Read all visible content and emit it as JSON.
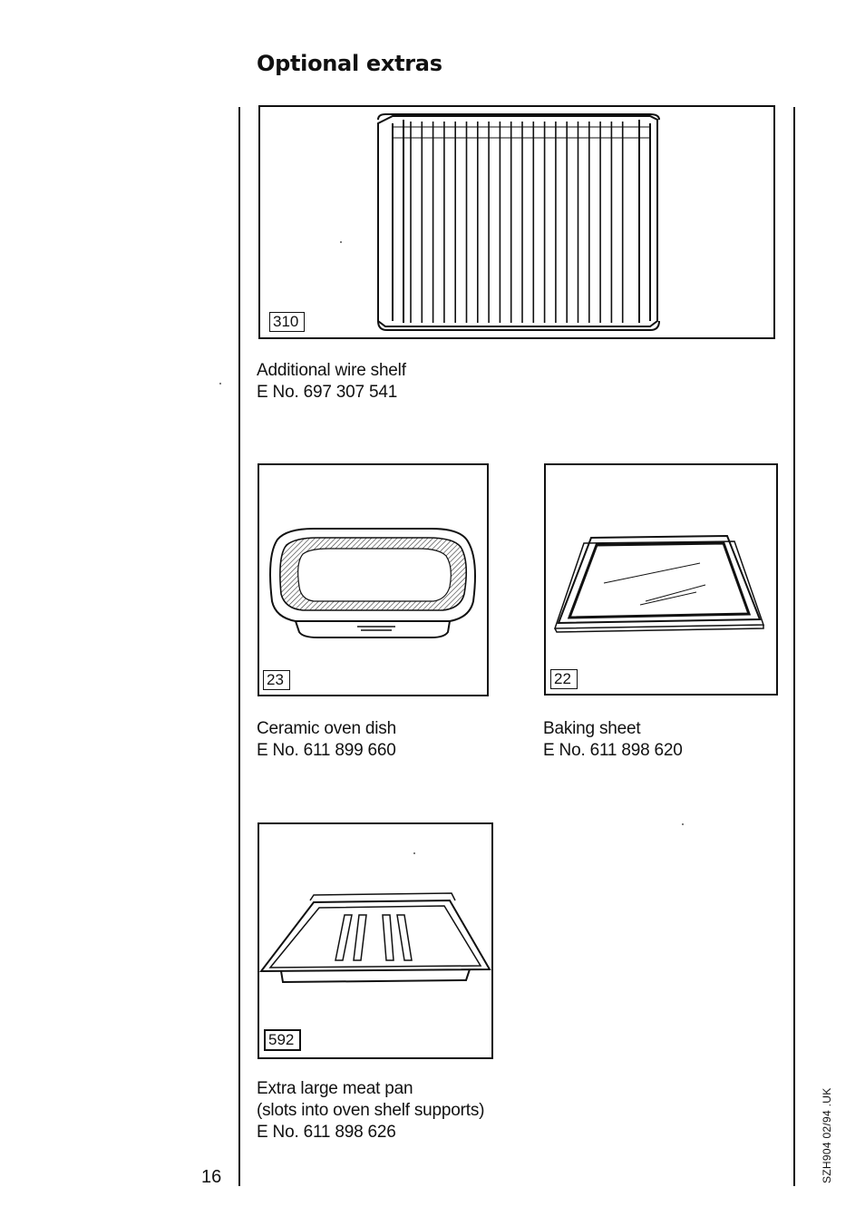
{
  "page": {
    "title": "Optional extras",
    "page_number": "16",
    "doc_code": "SZH904 02/94 .UK"
  },
  "items": [
    {
      "figure_number": "310",
      "name": "Additional wire shelf",
      "note": "",
      "part_number": "E No. 697 307 541"
    },
    {
      "figure_number": "23",
      "name": "Ceramic oven dish",
      "note": "",
      "part_number": "E No. 611 899 660"
    },
    {
      "figure_number": "22",
      "name": "Baking sheet",
      "note": "",
      "part_number": "E No. 611 898 620"
    },
    {
      "figure_number": "592",
      "name": "Extra large meat pan",
      "note": "(slots into oven shelf supports)",
      "part_number": "E No. 611 898 626"
    }
  ]
}
